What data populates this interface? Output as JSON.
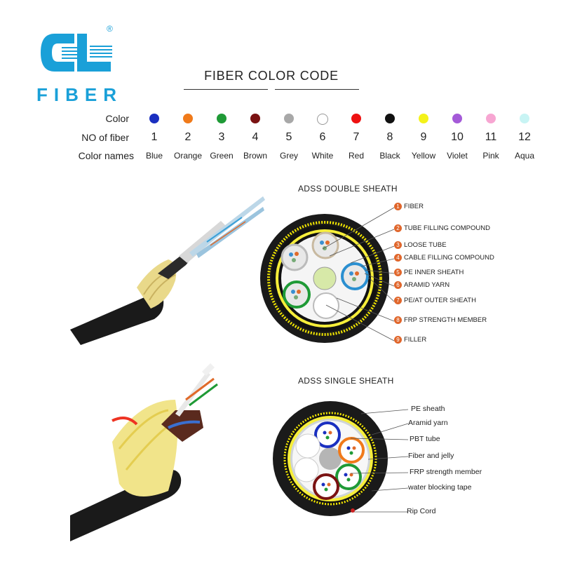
{
  "logo": {
    "text": "FIBER",
    "registered": "®",
    "brand_color": "#1aa0d8"
  },
  "title": "FIBER COLOR CODE",
  "color_code": {
    "labels": {
      "color": "Color",
      "number": "NO of fiber",
      "names": "Color names"
    },
    "fibers": [
      {
        "number": "1",
        "name": "Blue",
        "hex": "#1a2fc0"
      },
      {
        "number": "2",
        "name": "Orange",
        "hex": "#f07a1a"
      },
      {
        "number": "3",
        "name": "Green",
        "hex": "#1f9a36"
      },
      {
        "number": "4",
        "name": "Brown",
        "hex": "#7a1212"
      },
      {
        "number": "5",
        "name": "Grey",
        "hex": "#a8a8a8"
      },
      {
        "number": "6",
        "name": "White",
        "hex": "#ffffff"
      },
      {
        "number": "7",
        "name": "Red",
        "hex": "#ee1111"
      },
      {
        "number": "8",
        "name": "Black",
        "hex": "#111111"
      },
      {
        "number": "9",
        "name": "Yellow",
        "hex": "#f4f21a"
      },
      {
        "number": "10",
        "name": "Violet",
        "hex": "#a45ad8"
      },
      {
        "number": "11",
        "name": "Pink",
        "hex": "#f7a6d2"
      },
      {
        "number": "12",
        "name": "Aqua",
        "hex": "#c8f4f4"
      }
    ]
  },
  "double_sheath": {
    "title": "ADSS DOUBLE SHEATH",
    "callouts": [
      {
        "num": "1",
        "label": "FIBER"
      },
      {
        "num": "2",
        "label": "TUBE FILLING COMPOUND"
      },
      {
        "num": "3",
        "label": "LOOSE TUBE"
      },
      {
        "num": "4",
        "label": "CABLE FILLING COMPOUND"
      },
      {
        "num": "5",
        "label": "PE INNER SHEATH"
      },
      {
        "num": "6",
        "label": "ARAMID YARN"
      },
      {
        "num": "7",
        "label": "PE/AT OUTER SHEATH"
      },
      {
        "num": "8",
        "label": "FRP STRENGTH MEMBER"
      },
      {
        "num": "9",
        "label": "FILLER"
      }
    ]
  },
  "single_sheath": {
    "title": "ADSS SINGLE SHEATH",
    "callouts": [
      {
        "label": "PE sheath"
      },
      {
        "label": "Aramid yarn"
      },
      {
        "label": "PBT tube"
      },
      {
        "label": "Fiber and jelly"
      },
      {
        "label": "FRP strength member"
      },
      {
        "label": "water blocking tape"
      },
      {
        "label": "Rip Cord"
      }
    ]
  }
}
